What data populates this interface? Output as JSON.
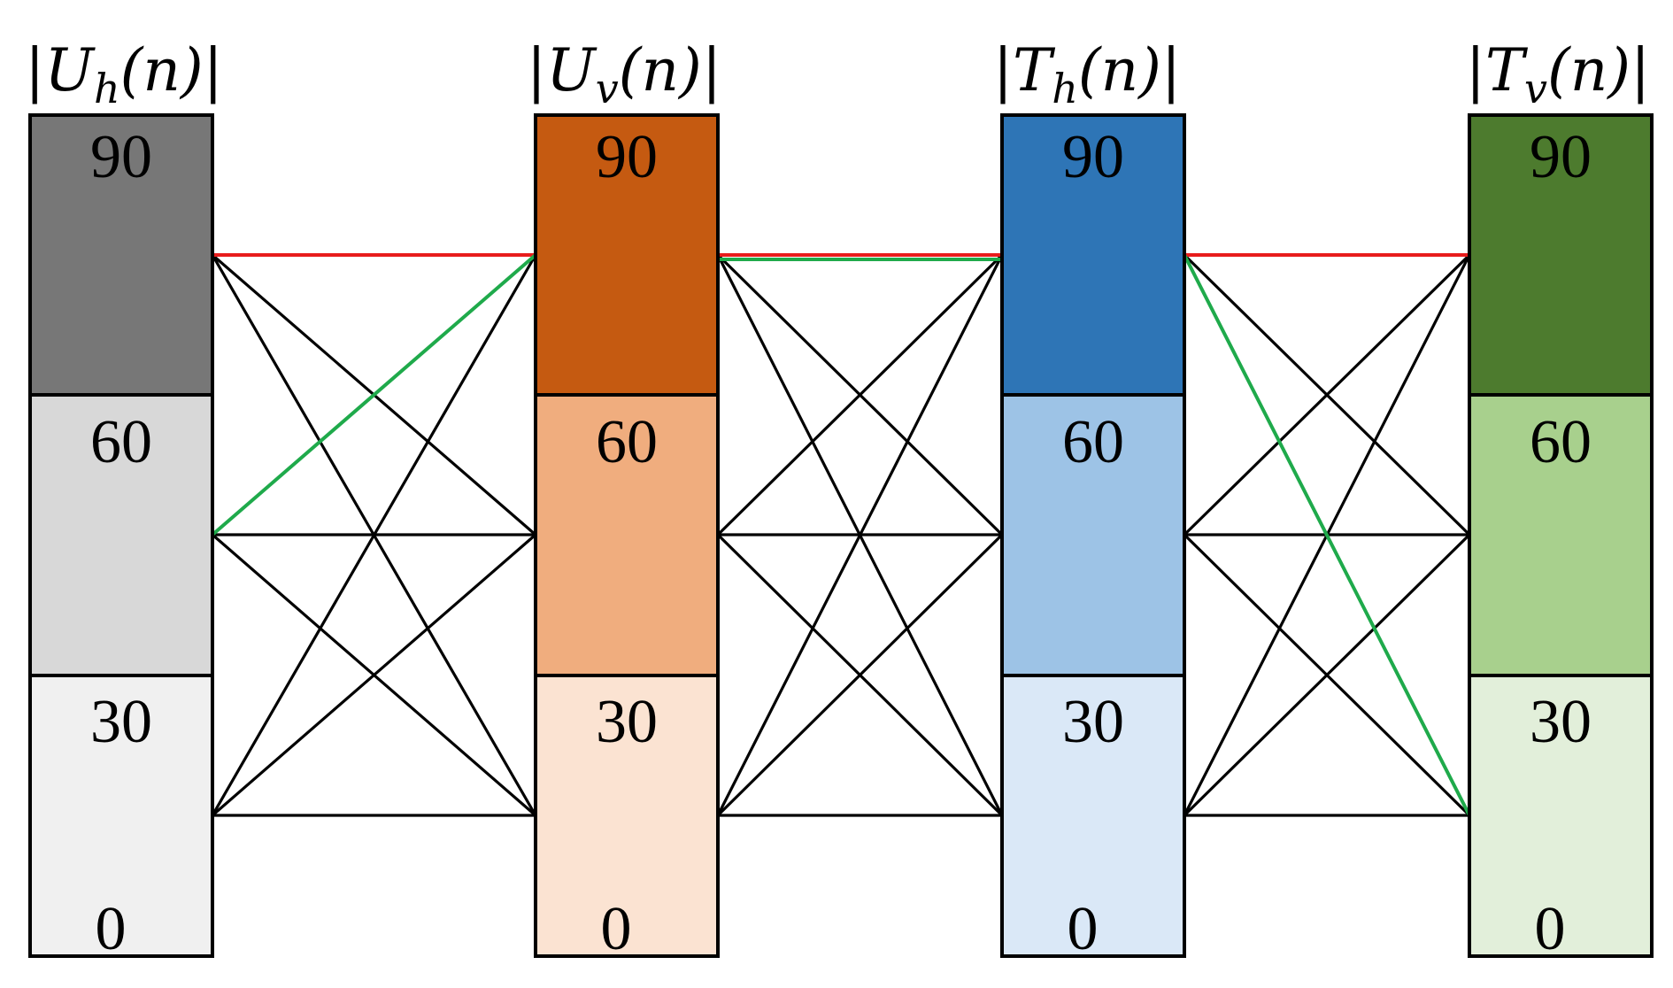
{
  "columns": [
    {
      "title": {
        "open": "|",
        "base": "U",
        "sub": "h",
        "arg": "(n)",
        "close": "|"
      },
      "levels": [
        {
          "label": "90",
          "color": "#777777"
        },
        {
          "label": "60",
          "color": "#d8d8d8"
        },
        {
          "label": "30",
          "color": "#f0f0f0"
        }
      ],
      "bottom_label": "0"
    },
    {
      "title": {
        "open": "|",
        "base": "U",
        "sub": "v",
        "arg": "(n)",
        "close": "|"
      },
      "levels": [
        {
          "label": "90",
          "color": "#c55a11"
        },
        {
          "label": "60",
          "color": "#f0ad7e"
        },
        {
          "label": "30",
          "color": "#fbe3d2"
        }
      ],
      "bottom_label": "0"
    },
    {
      "title": {
        "open": "|",
        "base": "T",
        "sub": "h",
        "arg": "(n)",
        "close": "|"
      },
      "levels": [
        {
          "label": "90",
          "color": "#2e75b6"
        },
        {
          "label": "60",
          "color": "#9dc3e6"
        },
        {
          "label": "30",
          "color": "#dae8f7"
        }
      ],
      "bottom_label": "0"
    },
    {
      "title": {
        "open": "|",
        "base": "T",
        "sub": "v",
        "arg": "(n)",
        "close": "|"
      },
      "levels": [
        {
          "label": "90",
          "color": "#4d7b2e"
        },
        {
          "label": "60",
          "color": "#a8d08d"
        },
        {
          "label": "30",
          "color": "#e2efda"
        }
      ],
      "bottom_label": "0"
    }
  ],
  "links": {
    "default_color": "#000000",
    "highlighted_paths": [
      {
        "name": "red-path",
        "color": "#e81c1c",
        "levels": [
          0,
          0,
          0,
          0
        ]
      },
      {
        "name": "green-path",
        "color": "#1faa4b",
        "levels": [
          1,
          0,
          0,
          2
        ]
      }
    ]
  }
}
